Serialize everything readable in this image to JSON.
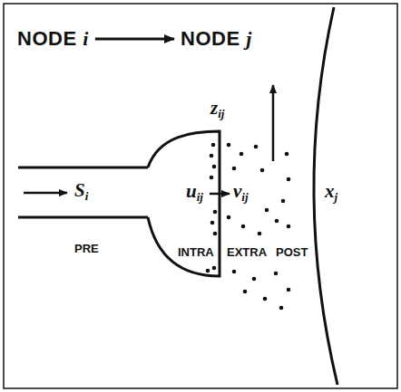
{
  "diagram": {
    "nodes": [
      {
        "text": [
          "NODE i"
        ]
      },
      {
        "text": [
          "NODE j"
        ]
      }
    ],
    "edges": [
      {
        "from": 0,
        "to": 1,
        "arrow": "to"
      }
    ],
    "labels": [
      "Si",
      "zij",
      "uij",
      "vij",
      "xj",
      "PRE",
      "INTRA",
      "EXTRA",
      "POST"
    ]
  }
}
